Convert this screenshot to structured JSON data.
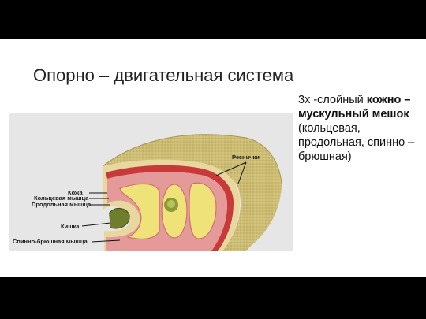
{
  "slide": {
    "title": "Опорно – двигательная система",
    "caption": {
      "prefix": "3х -слойный ",
      "bold": "кожно – мускульный мешок",
      "suffix": " (кольцевая, продольная, спинно – брюшная)"
    }
  },
  "figure": {
    "labels": {
      "cilia": "Реснички",
      "skin": "Кожа",
      "circular_muscle": "Кольцевая мышца",
      "longitudinal_muscle": "Продольная мышца",
      "intestine": "Кишка",
      "dorsoventral_muscle": "Спинно-брюшная мышца"
    }
  }
}
